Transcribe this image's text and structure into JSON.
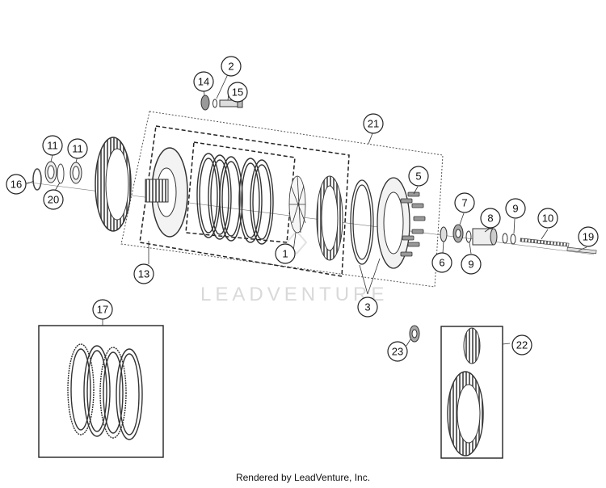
{
  "callouts": [
    "1",
    "2",
    "3",
    "5",
    "6",
    "7",
    "8",
    "9",
    "9",
    "10",
    "11",
    "11",
    "13",
    "14",
    "15",
    "16",
    "17",
    "19",
    "20",
    "21",
    "22",
    "23"
  ],
  "watermark": "LEADVENTURE",
  "credit": "Rendered by LeadVenture, Inc."
}
